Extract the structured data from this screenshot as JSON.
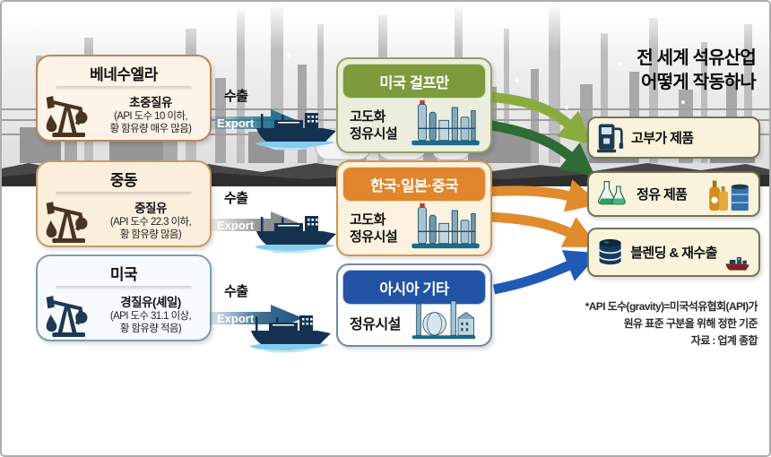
{
  "header": {
    "title_line1": "전 세계 석유산업",
    "title_line2": "어떻게 작동하나"
  },
  "sources": [
    {
      "name": "베네수엘라",
      "grade": "초중질유",
      "spec_line1": "(API 도수 10 이하,",
      "spec_line2": "황 함유량 매우 많음)",
      "export": "수출",
      "export_en": "Export",
      "arrow_color": "#176a8c"
    },
    {
      "name": "중동",
      "grade": "중질유",
      "spec_line1": "(API 도수 22.3 이하,",
      "spec_line2": "황 함유량 많음)",
      "export": "수출",
      "export_en": "Export",
      "arrow_color": "#7f7f7f"
    },
    {
      "name": "미국",
      "grade": "경질유(셰일)",
      "spec_line1": "(API 도수 31.1 이상,",
      "spec_line2": "황 함유량 적음)",
      "export": "수출",
      "export_en": "Export",
      "arrow_color": "#1b5480"
    }
  ],
  "refineries": [
    {
      "region": "미국 걸프만",
      "facility_line1": "고도화",
      "facility_line2": "정유시설",
      "accent": "#7d9b3d"
    },
    {
      "region": "한국·일본·중국",
      "facility_line1": "고도화",
      "facility_line2": "정유시설",
      "accent": "#e1862c"
    },
    {
      "region": "아시아 기타",
      "facility_line1": "정유시설",
      "facility_line2": "",
      "accent": "#2353a4"
    }
  ],
  "outputs": [
    {
      "label": "고부가 제품"
    },
    {
      "label": "정유 제품"
    },
    {
      "label": "블렌딩 & 재수출"
    }
  ],
  "flows": [
    {
      "from": "미국 걸프만",
      "to": "고부가 제품",
      "color": "#8cab3f"
    },
    {
      "from": "미국 걸프만",
      "to": "정유 제품",
      "color": "#2e6b35"
    },
    {
      "from": "한국·일본·중국",
      "to": "정유 제품",
      "color": "#e08b2d"
    },
    {
      "from": "한국·일본·중국",
      "to": "블렌딩 & 재수출",
      "color": "#e08b2d"
    },
    {
      "from": "아시아 기타",
      "to": "블렌딩 & 재수출",
      "color": "#1f5bb5"
    }
  ],
  "footnote": {
    "line1": "*API 도수(gravity)=미국석유협회(API)가",
    "line2": "원유 표준 구분을 위해 정한 기준",
    "line3": "자료 : 업계 종합"
  }
}
